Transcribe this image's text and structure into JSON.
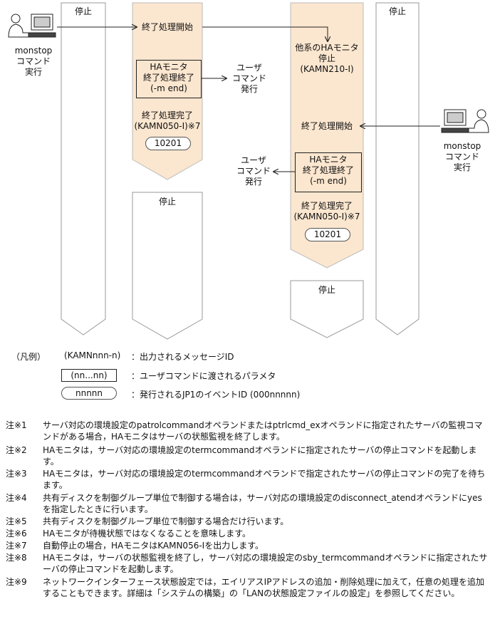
{
  "lanes": {
    "lane1_header": "停止",
    "lane2_footer": "停止",
    "lane3_footer": "停止",
    "lane4_header": "停止"
  },
  "left_user": {
    "line1": "monstop",
    "line2": "コマンド",
    "line3": "実行"
  },
  "right_user": {
    "line1": "monstop",
    "line2": "コマンド",
    "line3": "実行"
  },
  "lane2": {
    "start": "終了処理開始",
    "ha_box": [
      "HAモニタ",
      "終了処理終了",
      "(-m end)"
    ],
    "done": [
      "終了処理完了",
      "(KAMN050-I)※7"
    ],
    "event_id": "10201"
  },
  "lane3": {
    "other_stop": [
      "他系のHAモニタ",
      "停止",
      "(KAMN210-I)"
    ],
    "start": "終了処理開始",
    "ha_box": [
      "HAモニタ",
      "終了処理終了",
      "(-m end)"
    ],
    "done": [
      "終了処理完了",
      "(KAMN050-I)※7"
    ],
    "event_id": "10201"
  },
  "user_cmd_a": [
    "ユーザ",
    "コマンド",
    "発行"
  ],
  "user_cmd_b": [
    "ユーザ",
    "コマンド",
    "発行"
  ],
  "legend": {
    "title": "（凡例）",
    "msg_sample": "(KAMNnnn-n)",
    "msg_desc": "：出力されるメッセージID",
    "param_sample": "(nn...nn)",
    "param_desc": "：ユーザコマンドに渡されるパラメタ",
    "event_sample": "nnnnn",
    "event_desc": "：発行されるJP1のイベントID (000nnnnn)"
  },
  "notes": [
    {
      "key": "注※1",
      "text": "サーバ対応の環境設定のpatrolcommandオペランドまたはptrlcmd_exオペランドに指定されたサーバの監視コマンドがある場合，HAモニタはサーバの状態監視を終了します。"
    },
    {
      "key": "注※2",
      "text": "HAモニタは，サーバ対応の環境設定のtermcommandオペランドに指定されたサーバの停止コマンドを起動します。"
    },
    {
      "key": "注※3",
      "text": "HAモニタは，サーバ対応の環境設定のtermcommandオペランドで指定されたサーバの停止コマンドの完了を待ちます。"
    },
    {
      "key": "注※4",
      "text": "共有ディスクを制御グループ単位で制御する場合は，サーバ対応の環境設定のdisconnect_atendオペランドにyesを指定したときに行います。"
    },
    {
      "key": "注※5",
      "text": "共有ディスクを制御グループ単位で制御する場合だけ行います。"
    },
    {
      "key": "注※6",
      "text": "HAモニタが待機状態ではなくなることを意味します。"
    },
    {
      "key": "注※7",
      "text": "自動停止の場合，HAモニタはKAMN056-Iを出力します。"
    },
    {
      "key": "注※8",
      "text": "HAモニタは，サーバの状態監視を終了し，サーバ対応の環境設定のsby_termcommandオペランドに指定されたサーバの停止コマンドを起動します。"
    },
    {
      "key": "注※9",
      "text": "ネットワークインターフェース状態設定では，エイリアスIPアドレスの追加・削除処理に加えて，任意の処理を追加することもできます。詳細は「システムの構築」の「LANの状態設定ファイルの設定」を参照してください。"
    }
  ],
  "colors": {
    "lane_fill": "#fbe6cf",
    "lane_stroke": "#999999",
    "line": "#222222"
  }
}
